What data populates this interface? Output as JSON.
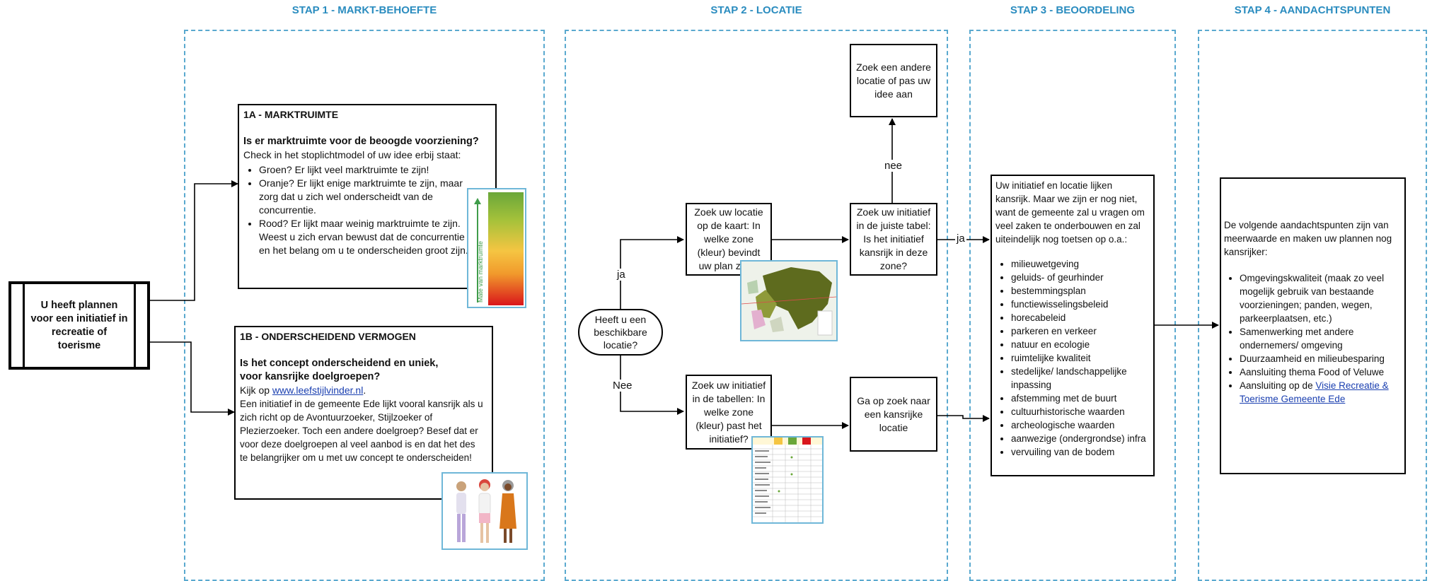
{
  "stages": [
    {
      "title": "STAP 1 - MARKT-BEHOEFTE"
    },
    {
      "title": "STAP 2 - LOCATIE"
    },
    {
      "title": "STAP 3 - BEOORDELING"
    },
    {
      "title": "STAP 4 - AANDACHTSPUNTEN"
    }
  ],
  "start": {
    "text": "U heeft plannen voor een initiatief in recreatie of toerisme"
  },
  "box1a": {
    "title": "1A - MARKTRUIMTE",
    "question": "Is er marktruimte voor de beoogde voorziening?",
    "intro": "Check in het stoplichtmodel of uw idee erbij staat:",
    "items": [
      "Groen? Er lijkt veel marktruimte te zijn!",
      "Oranje? Er lijkt enige marktruimte te zijn, maar zorg dat u zich wel onderscheidt van de concurrentie.",
      "Rood? Er lijkt maar weinig marktruimte te zijn. Weest u zich ervan bewust dat de concurrentie en het belang om u te onderscheiden groot zijn."
    ],
    "gauge_label": "Mate van marktruimte"
  },
  "box1b": {
    "title": "1B - ONDERSCHEIDEND VERMOGEN",
    "question": "Is het concept onderscheidend en uniek, voor kansrijke doelgroepen?",
    "link_prefix": "Kijk op ",
    "link_text": "www.leefstijlvinder.nl",
    "link_suffix": ".",
    "body": "Een initiatief in de gemeente Ede lijkt vooral kansrijk als u zich richt op de Avontuurzoeker, Stijlzoeker of Plezierzoeker. Toch een andere doelgroep? Besef dat er voor deze doelgroepen al veel aanbod is en dat het des te belangrijker om u met uw concept te onderscheiden!"
  },
  "decision": {
    "text": "Heeft u een beschikbare locatie?",
    "yes": "ja",
    "no": "Nee"
  },
  "map_box": {
    "text": "Zoek uw locatie op de kaart: In welke zone (kleur) bevindt uw plan zich?"
  },
  "table_box": {
    "text": "Zoek uw initiatief in de tabellen: In welke zone (kleur) past het initiatief?"
  },
  "check_box": {
    "text": "Zoek uw initiatief in de juiste tabel: Is het initiatief kansrijk in deze zone?",
    "yes": "ja",
    "no": "nee"
  },
  "other_box": {
    "text": "Zoek een andere locatie of pas uw idee aan"
  },
  "search_box": {
    "text": "Ga op zoek naar een kansrijke locatie"
  },
  "step3": {
    "intro": "Uw initiatief en locatie lijken kansrijk. Maar we zijn er nog niet, want de gemeente zal u vragen om veel zaken te onderbouwen en zal uiteindelijk nog toetsen op o.a.:",
    "items": [
      "milieuwetgeving",
      "geluids- of geurhinder",
      "bestemmingsplan",
      "functiewisselingsbeleid",
      "horecabeleid",
      "parkeren en verkeer",
      "natuur en ecologie",
      "ruimtelijke kwaliteit",
      "stedelijke/ landschappelijke inpassing",
      "afstemming met de buurt",
      "cultuurhistorische waarden",
      "archeologische waarden",
      "aanwezige (ondergrondse) infra",
      "vervuiling van de bodem"
    ]
  },
  "step4": {
    "intro": "De volgende aandachtspunten zijn van meerwaarde en maken uw plannen nog kansrijker:",
    "items": [
      "Omgevingskwaliteit (maak zo veel mogelijk gebruik van bestaande voorzieningen; panden, wegen, parkeerplaatsen, etc.)",
      "Samenwerking met andere ondernemers/ omgeving",
      "Duurzaamheid en milieubesparing",
      "Aansluiting thema Food of Veluwe"
    ],
    "last_prefix": "Aansluiting op de ",
    "last_link": "Visie Recreatie & Toerisme Gemeente Ede"
  },
  "colors": {
    "accent": "#2a8cbf",
    "frame": "#5aa9cf",
    "gauge_top": "#6aa73a",
    "gauge_mid": "#f5c542",
    "gauge_bottom": "#d9161b",
    "map": "#5e6b1e"
  },
  "icons": [
    "traffic-light-gauge",
    "people-illustration",
    "zone-map-thumbnail",
    "zone-table-thumbnail"
  ]
}
